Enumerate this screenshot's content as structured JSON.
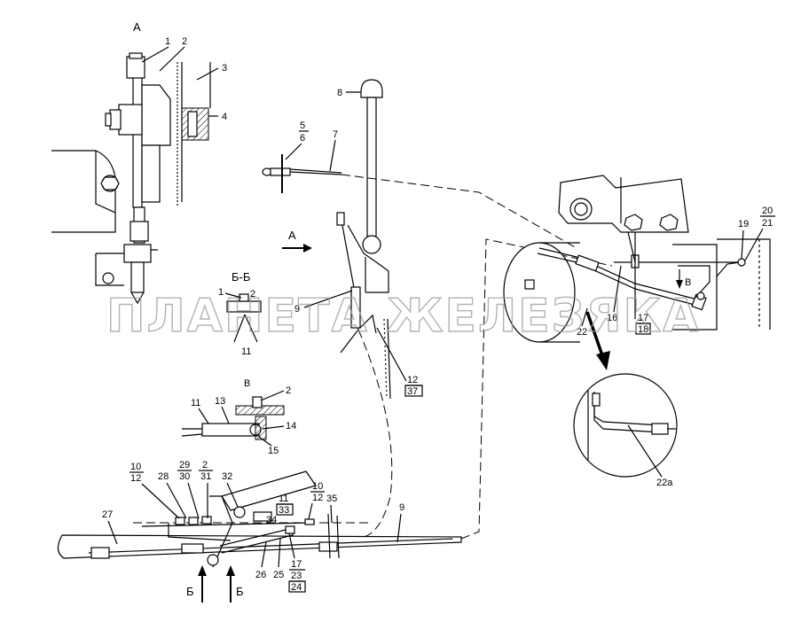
{
  "views": {
    "view_a": "А",
    "section_bb": "Б-Б",
    "view_v": "В",
    "arrow_a": "А",
    "arrow_v": "В",
    "section_mark_left": "Б",
    "section_mark_right": "Б"
  },
  "callouts": {
    "c1": "1",
    "c2": "2",
    "c3": "3",
    "c4": "4",
    "c5_6": [
      "5",
      "6"
    ],
    "c7": "7",
    "c8": "8",
    "c9a": "9",
    "c9b": "9",
    "c1_bb": "1",
    "c2_bb": "2",
    "c11_bb": "11",
    "c12_37": [
      "12",
      "37"
    ],
    "c2_v": "2",
    "c11_v": "11",
    "c13": "13",
    "c14": "14",
    "c15": "15",
    "c10_12_left": [
      "10",
      "12"
    ],
    "c28": "28",
    "c29_30": [
      "29",
      "30"
    ],
    "c2_31": [
      "2",
      "31"
    ],
    "c32": "32",
    "c10_12_right": [
      "10",
      "12"
    ],
    "c11_33": [
      "11",
      "33"
    ],
    "c35": "35",
    "c34": "34",
    "c27": "27",
    "c26": "26",
    "c25": "25",
    "c17_23_24": [
      "17",
      "23",
      "24"
    ],
    "c16": "16",
    "c17_18": [
      "17",
      "18"
    ],
    "c19": "19",
    "c20_21": [
      "20",
      "21"
    ],
    "c22": "22",
    "c22a": "22а"
  },
  "watermark": "ПЛАНЕТА ЖЕЛЕЗЯКА"
}
